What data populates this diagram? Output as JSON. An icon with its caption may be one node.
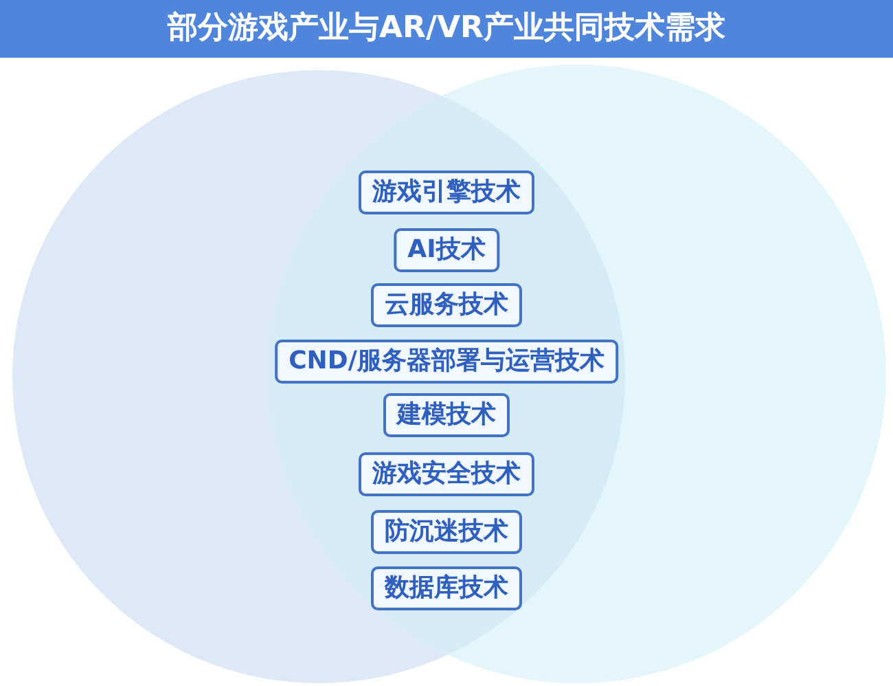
{
  "diagram": {
    "title": "部分游戏产业与AR/VR产业共同技术需求",
    "nodes": [
      {
        "text": [],
        "shape": "circle"
      },
      {
        "text": [],
        "shape": "circle"
      },
      {
        "text": [
          "游戏引擎技术"
        ]
      },
      {
        "text": [
          "AI技术"
        ]
      },
      {
        "text": [
          "云服务技术"
        ]
      },
      {
        "text": [
          "CND/服务器部署与运营技术"
        ]
      },
      {
        "text": [
          "建模技术"
        ]
      },
      {
        "text": [
          "游戏安全技术"
        ]
      },
      {
        "text": [
          "防沉迷技术"
        ]
      },
      {
        "text": [
          "数据库技术"
        ]
      }
    ]
  }
}
